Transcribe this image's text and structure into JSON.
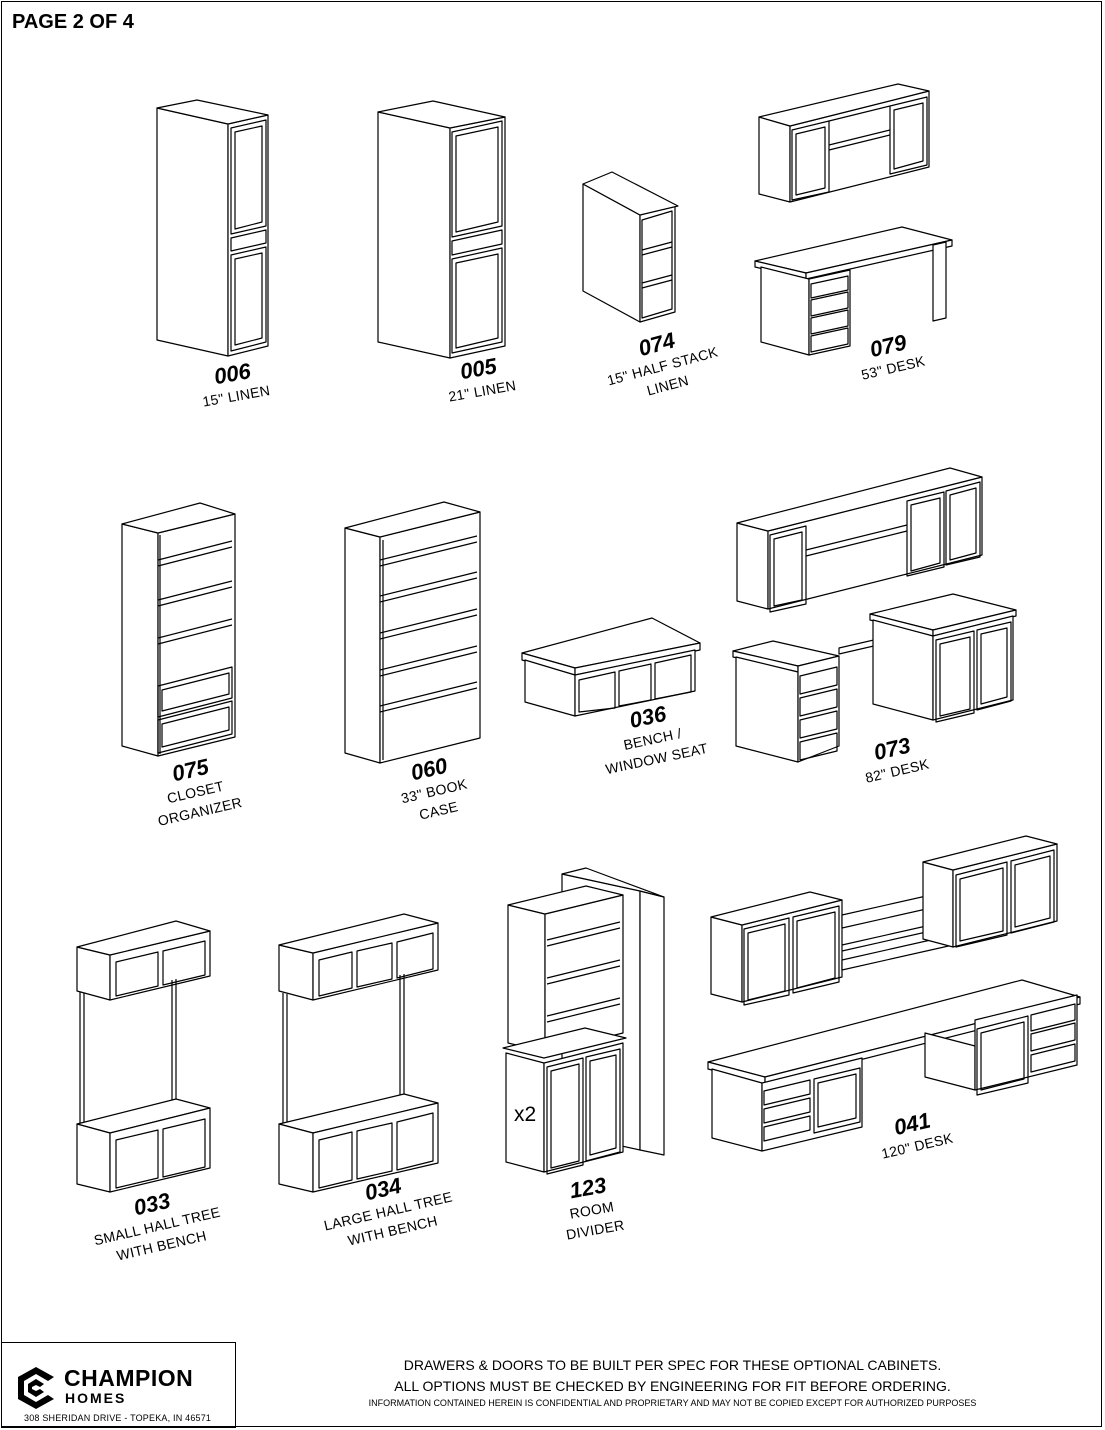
{
  "page_label": "PAGE 2 OF 4",
  "cabinets": {
    "c006": {
      "code": "006",
      "desc": [
        "15\" LINEN"
      ]
    },
    "c005": {
      "code": "005",
      "desc": [
        "21\" LINEN"
      ]
    },
    "c074": {
      "code": "074",
      "desc": [
        "15\" HALF STACK",
        "LINEN"
      ]
    },
    "c079": {
      "code": "079",
      "desc": [
        "53\" DESK"
      ]
    },
    "c075": {
      "code": "075",
      "desc": [
        "CLOSET",
        "ORGANIZER"
      ]
    },
    "c060": {
      "code": "060",
      "desc": [
        "33\" BOOK",
        "CASE"
      ]
    },
    "c036": {
      "code": "036",
      "desc": [
        "BENCH /",
        "WINDOW SEAT"
      ]
    },
    "c073": {
      "code": "073",
      "desc": [
        "82\" DESK"
      ]
    },
    "c033": {
      "code": "033",
      "desc": [
        "SMALL HALL TREE",
        "WITH BENCH"
      ]
    },
    "c034": {
      "code": "034",
      "desc": [
        "LARGE HALL TREE",
        "WITH BENCH"
      ]
    },
    "c123": {
      "code": "123",
      "desc": [
        "ROOM",
        "DIVIDER"
      ],
      "quantity_note": "x2"
    },
    "c041": {
      "code": "041",
      "desc": [
        "120\" DESK"
      ]
    }
  },
  "footer": {
    "brand": "CHAMPION",
    "brand_sub": "HOMES",
    "address": "308 SHERIDAN DRIVE - TOPEKA, IN 46571",
    "note_line1": "DRAWERS & DOORS TO BE BUILT PER SPEC FOR THESE OPTIONAL CABINETS.",
    "note_line2": "ALL OPTIONS MUST BE CHECKED BY ENGINEERING FOR FIT BEFORE ORDERING.",
    "note_line3": "INFORMATION CONTAINED HEREIN IS CONFIDENTIAL AND PROPRIETARY AND MAY NOT BE COPIED EXCEPT FOR AUTHORIZED PURPOSES"
  }
}
